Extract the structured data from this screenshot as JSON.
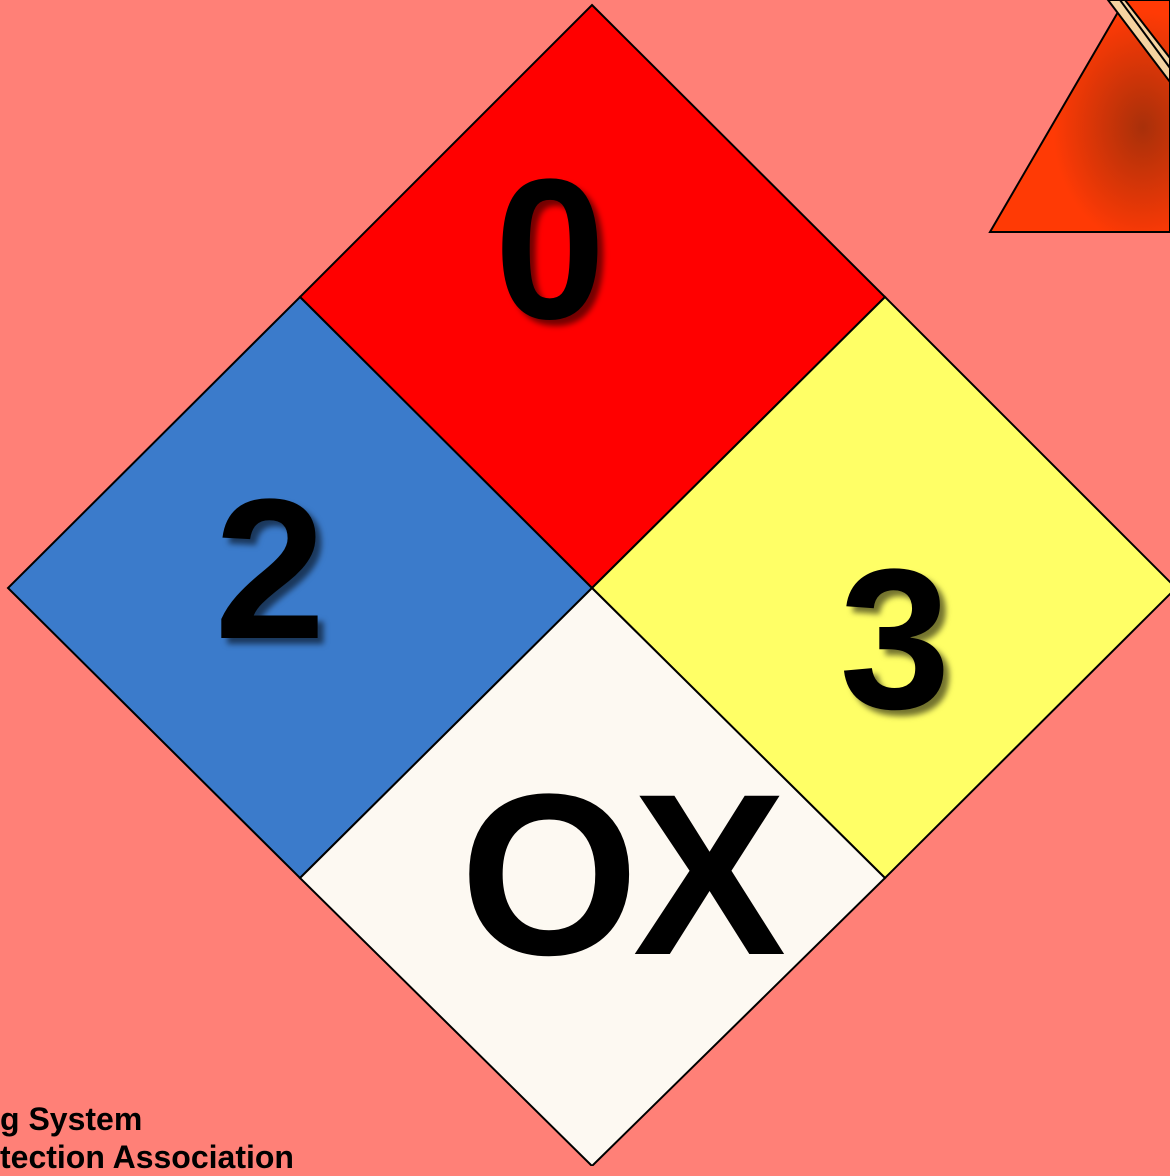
{
  "diamond": {
    "fire_value": "0",
    "health_value": "2",
    "reactivity_value": "3",
    "special_value": "OX"
  },
  "caption": {
    "line1": "g System",
    "line2": "tection Association"
  },
  "colors": {
    "background": "#ff8077",
    "fire": "#ff0000",
    "health": "#3b7bcb",
    "reactivity": "#ffff66",
    "special": "#fdf9f2",
    "warning_sign": "#ff3a05"
  }
}
